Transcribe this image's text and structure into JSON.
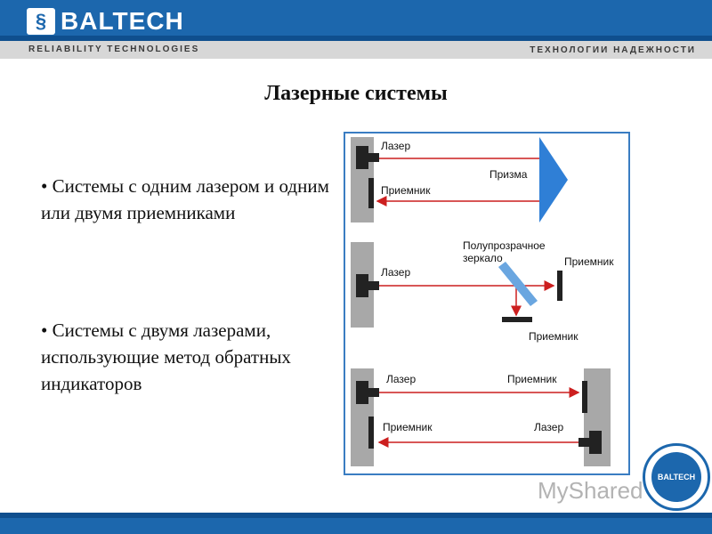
{
  "header": {
    "logo_text": "BALTECH",
    "tagline_en": "RELIABILITY TECHNOLOGIES",
    "tagline_ru": "ТЕХНОЛОГИИ НАДЕЖНОСТИ"
  },
  "slide": {
    "title": "Лазерные системы",
    "bullets": [
      "• Системы с одним лазером и одним или двумя приемниками",
      "• Системы с двумя лазерами, использующие метод обратных индикаторов"
    ]
  },
  "diagram": {
    "panel1": {
      "laser": "Лазер",
      "receiver": "Приемник",
      "prism": "Призма"
    },
    "panel2": {
      "laser": "Лазер",
      "mirror_line1": "Полупрозрачное",
      "mirror_line2": "зеркало",
      "receiver_right": "Приемник",
      "receiver_bottom": "Приемник"
    },
    "panel3": {
      "laser_left": "Лазер",
      "receiver_right": "Приемник",
      "receiver_left": "Приемник",
      "laser_right": "Лазер"
    }
  },
  "colors": {
    "brand": "#1c67ad",
    "beam": "#cc1f1f",
    "prism": "#2f7fd6",
    "mirror": "#6aa6e0",
    "device": "#a8a8a8"
  },
  "badge": {
    "text": "BALTECH"
  },
  "watermark": {
    "text": "MyShared"
  }
}
